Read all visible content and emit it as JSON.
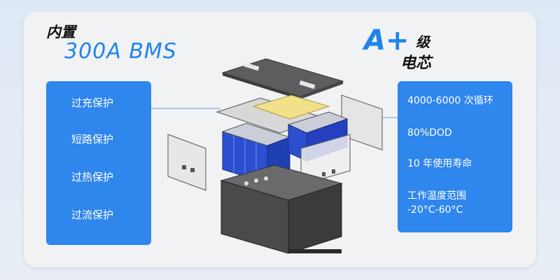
{
  "header": {
    "line1": "内置",
    "line2": "300A  BMS"
  },
  "grade": {
    "mark": "A+",
    "suffix": "级",
    "line2": "电芯"
  },
  "left_panel": {
    "items": [
      "过充保护",
      "短路保护",
      "过热保护",
      "过流保护"
    ]
  },
  "right_panel": {
    "items": [
      "4000-6000 次循环",
      "80%DOD",
      "10 年使用寿命",
      "工作温度范围"
    ],
    "temp_range": "-20°C-60°C"
  },
  "colors": {
    "accent": "#2f86ec",
    "title_blue": "#1f84e8"
  },
  "icons": [
    "battery-exploded-diagram"
  ]
}
